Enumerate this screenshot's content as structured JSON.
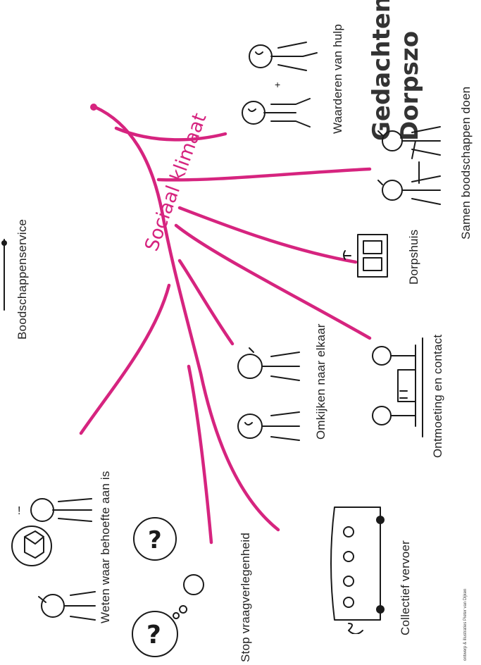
{
  "title": {
    "line1": "Gedachten",
    "line2": "Dorpszo"
  },
  "branch": {
    "label": "Sociaal klimaat",
    "color": "#d6247f"
  },
  "labels": {
    "boodschappenservice": "Boodschappenservice",
    "waarderen": "Waarderen van hulp",
    "samen_boodschappen": "Samen boodschappen doen",
    "dorpshuis": "Dorpshuis",
    "omkijken": "Omkijken naar elkaar",
    "ontmoeting": "Ontmoeting en contact",
    "weten": "Weten waar behoefte aan is",
    "stop": "Stop vraagverlegenheid",
    "vervoer": "Collectief vervoer"
  },
  "credit": "ontwerp & illustraties Pieter van Dijken"
}
